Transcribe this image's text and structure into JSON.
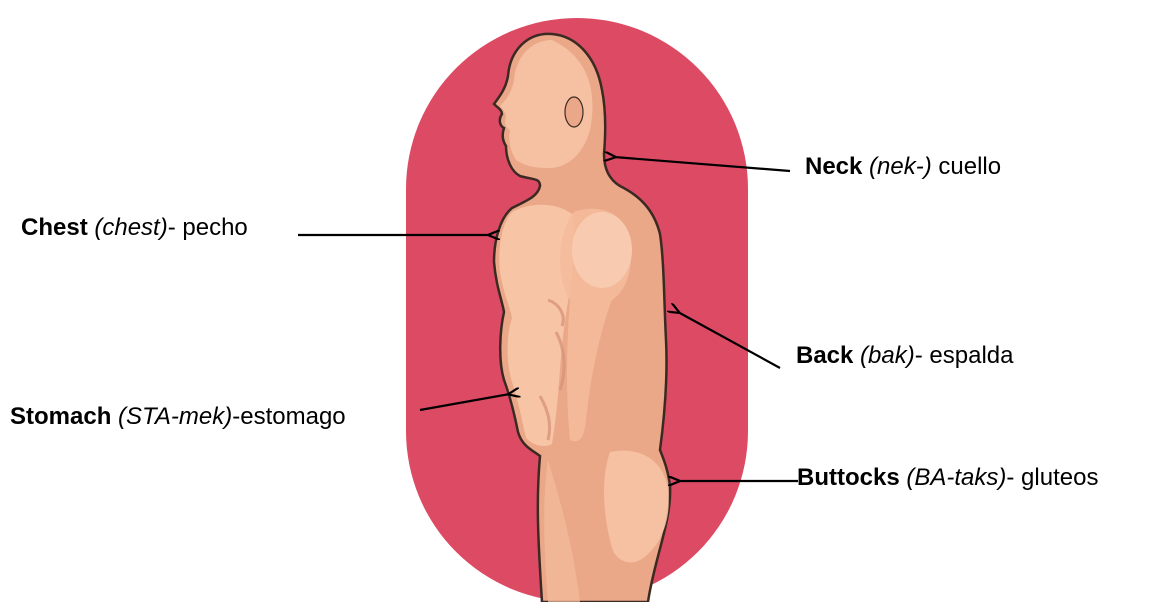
{
  "colors": {
    "backdrop": "#dd4a63",
    "skin_light": "#f8c6a8",
    "skin_mid": "#eaa888",
    "skin_shadow": "#d6957a",
    "outline": "#3b2a24",
    "arrow": "#000000",
    "text": "#000000"
  },
  "labels": {
    "neck": {
      "term": "Neck",
      "pron": "(nek-)",
      "sep": " ",
      "trans": "cuello"
    },
    "chest": {
      "term": "Chest",
      "pron": "(chest)",
      "sep": "- ",
      "trans": "pecho"
    },
    "back": {
      "term": "Back",
      "pron": "(bak)",
      "sep": "- ",
      "trans": "espalda"
    },
    "stomach": {
      "term": "Stomach",
      "pron": "(STA-mek)",
      "sep": "-",
      "trans": "estomago"
    },
    "buttocks": {
      "term": "Buttocks",
      "pron": "(BA-taks)",
      "sep": "- ",
      "trans": "gluteos"
    }
  },
  "figure": {
    "illustration": "human-body-side-profile"
  }
}
